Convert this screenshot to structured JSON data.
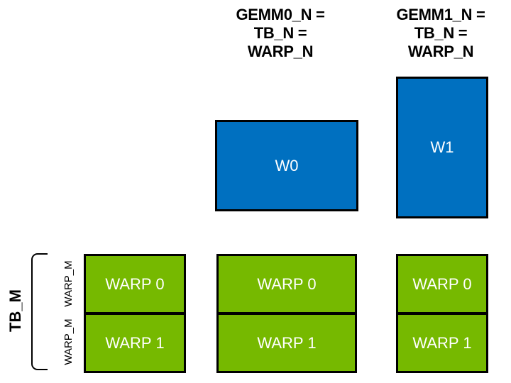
{
  "diagram": {
    "headers": [
      {
        "text": "GEMM0_N =\nTB_N =\nWARP_N"
      },
      {
        "text": "GEMM1_N =\nTB_N =\nWARP_N"
      }
    ],
    "operand_boxes": [
      {
        "label": "W0"
      },
      {
        "label": "W1"
      }
    ],
    "warp_tile_columns": [
      {
        "rows": [
          "WARP 0",
          "WARP 1"
        ]
      },
      {
        "rows": [
          "WARP 0",
          "WARP 1"
        ]
      },
      {
        "rows": [
          "WARP 0",
          "WARP 1"
        ]
      }
    ],
    "side_labels": {
      "tb_m": "TB_M",
      "warp_m_top": "WARP_M",
      "warp_m_bottom": "WARP_M"
    },
    "colors": {
      "operand_blue": "#0070C0",
      "warp_green": "#76B900",
      "outline": "#000000",
      "label_on_fill": "#FFFFFF",
      "text": "#000000",
      "background": "#FFFFFF"
    }
  }
}
